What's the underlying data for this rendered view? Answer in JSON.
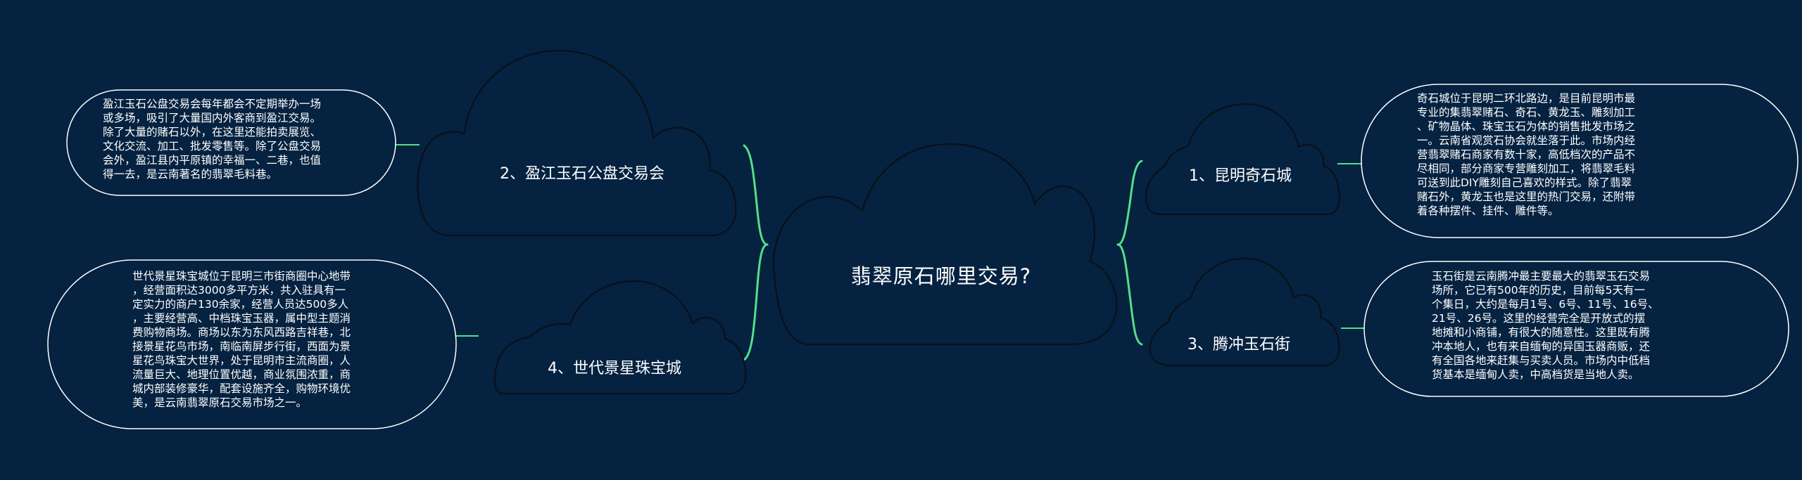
{
  "colors": {
    "background": "#052240",
    "outline": "#0b0f14",
    "node_border": "#ffffff",
    "connector": "#52e08a"
  },
  "root": {
    "label": "翡翠原石哪里交易?"
  },
  "topics": [
    {
      "label": "1、昆明奇石城",
      "note": "奇石城位于昆明二环北路边，是目前昆明市最\n专业的集翡翠赌石、奇石、黄龙玉、雕刻加工\n、矿物晶体、珠宝玉石为体的销售批发市场之\n一。云南省观赏石协会就坐落于此。市场内经\n营翡翠赌石商家有数十家，高低档次的产品不\n尽相同，部分商家专营雕刻加工，将翡翠毛料\n可送到此DIY雕刻自己喜欢的样式。除了翡翠\n赌石外，黄龙玉也是这里的热门交易，还附带\n着各种摆件、挂件、雕件等。"
    },
    {
      "label": "2、盈江玉石公盘交易会",
      "note": "盈江玉石公盘交易会每年都会不定期举办一场\n或多场，吸引了大量国内外客商到盈江交易。\n除了大量的赌石以外，在这里还能拍卖展览、\n文化交流、加工、批发零售等。除了公盘交易\n会外，盈江县内平原镇的幸福一、二巷，也值\n得一去，是云南著名的翡翠毛料巷。"
    },
    {
      "label": "3、腾冲玉石街",
      "note": "玉石街是云南腾冲最主要最大的翡翠玉石交易\n场所，它已有500年的历史，目前每5天有一\n个集日，大约是每月1号、6号、11号、16号、\n21号、26号。这里的经营完全是开放式的摆\n地摊和小商铺，有很大的随意性。这里既有腾\n冲本地人，也有来自缅甸的异国玉器商贩，还\n有全国各地来赶集与买卖人员。市场内中低档\n货基本是缅甸人卖，中高档货是当地人卖。"
    },
    {
      "label": "4、世代景星珠宝城",
      "note": "世代景星珠宝城位于昆明三市街商圈中心地带\n，经营面积达3000多平方米，共入驻具有一\n定实力的商户130余家，经营人员达500多人\n，主要经营高、中档珠宝玉器，属中型主题消\n费购物商场。商场以东为东风西路吉祥巷，北\n接景星花鸟市场，南临南屏步行街，西面为景\n星花鸟珠宝大世界，处于昆明市主流商圈，人\n流量巨大、地理位置优越，商业氛围浓重，商\n城内部装修豪华，配套设施齐全，购物环境优\n美，是云南翡翠原石交易市场之一。"
    }
  ]
}
